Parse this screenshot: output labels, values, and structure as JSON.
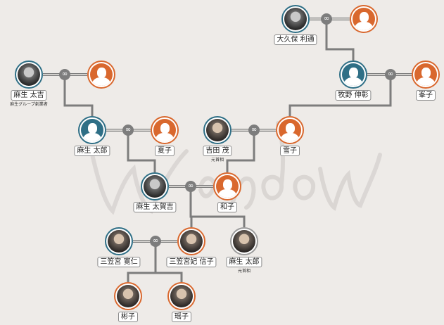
{
  "watermark": "window",
  "union_symbol": "∞",
  "colors": {
    "male": "#2f6f86",
    "female": "#d9682e",
    "line": "#7d7d7d",
    "bg": "#eeebe8"
  },
  "people": {
    "okubo": {
      "name": "大久保 利通"
    },
    "okubo_wife": {
      "name": ""
    },
    "makino": {
      "name": "牧野 伸彰"
    },
    "mineko": {
      "name": "峯子"
    },
    "aso_takichi": {
      "name": "麻生 太吉",
      "note": "麻生グループ創業者"
    },
    "takichi_wife": {
      "name": ""
    },
    "aso_taro_sr": {
      "name": "麻生 太郎"
    },
    "natsuko": {
      "name": "夏子"
    },
    "yoshida": {
      "name": "吉田 茂",
      "note": "元首相"
    },
    "yukiko": {
      "name": "雪子"
    },
    "takakichi": {
      "name": "麻生 太賀吉"
    },
    "kazuko": {
      "name": "和子"
    },
    "tomohito": {
      "name": "三笠宮 寛仁"
    },
    "nobuko": {
      "name": "三笠宮妃 信子"
    },
    "aso_taro": {
      "name": "麻生 太郎",
      "note": "元首相"
    },
    "akiko": {
      "name": "彬子"
    },
    "yoko": {
      "name": "瑶子"
    }
  }
}
